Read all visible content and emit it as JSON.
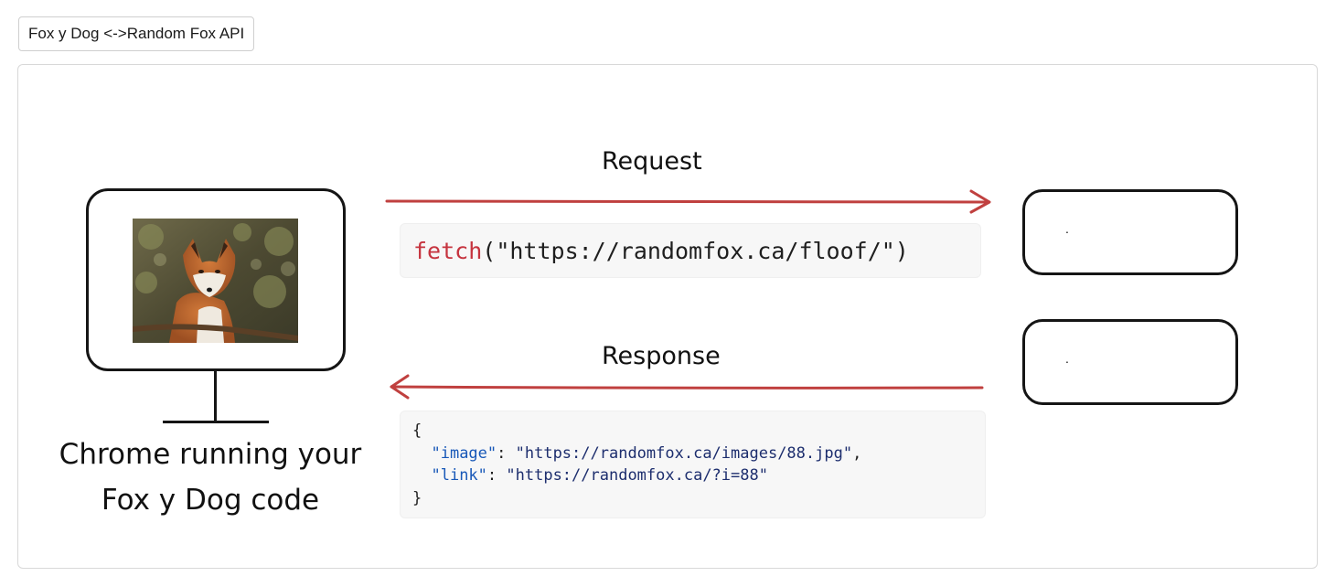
{
  "tab": {
    "label": "Fox y Dog <->Random Fox API"
  },
  "diagram": {
    "client": {
      "caption_line1": "Chrome running your",
      "caption_line2": "Fox y Dog code"
    },
    "request": {
      "label": "Request",
      "code_fn": "fetch",
      "code_args": "(\"https://randomfox.ca/floof/\")"
    },
    "response": {
      "label": "Response",
      "open_brace": "{",
      "image_key": "\"image\"",
      "image_value": "\"https://randomfox.ca/images/88.jpg\"",
      "link_key": "\"link\"",
      "link_value": "\"https://randomfox.ca/?i=88\"",
      "close_brace": "}"
    },
    "servers": [
      {
        "text": "."
      },
      {
        "text": "."
      }
    ],
    "colors": {
      "arrow": "#c0403f",
      "fetch_keyword": "#c6343f",
      "json_key": "#1858b8",
      "json_string": "#1d2e6e",
      "outline": "#151515"
    }
  }
}
